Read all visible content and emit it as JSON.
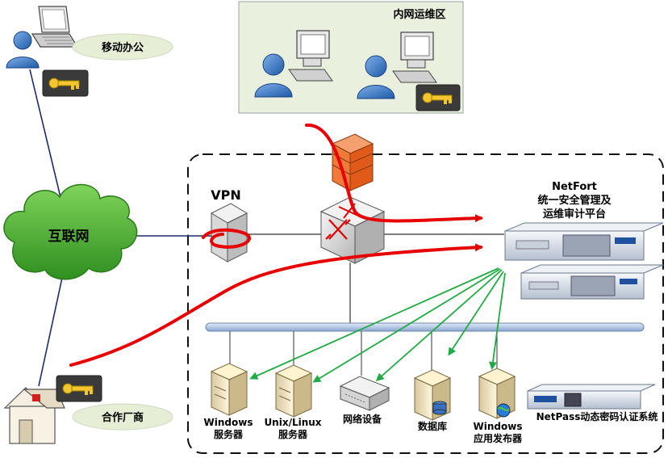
{
  "zone": {
    "title": "内网运维区"
  },
  "mobile": {
    "label": "移动办公"
  },
  "internet": {
    "label": "互联网"
  },
  "partner": {
    "label": "合作厂商"
  },
  "vpn": {
    "label": "VPN"
  },
  "netfort": {
    "line1": "NetFort",
    "line2": "统一安全管理及",
    "line3": "运维审计平台"
  },
  "servers": [
    {
      "line1": "Windows",
      "line2": "服务器"
    },
    {
      "line1": "Unix/Linux",
      "line2": "服务器"
    },
    {
      "line1": "网络设备",
      "line2": ""
    },
    {
      "line1": "数据库",
      "line2": ""
    },
    {
      "line1": "Windows",
      "line2": "应用发布器"
    }
  ],
  "netpass": {
    "label": "NetPass动态密码认证系统"
  },
  "colors": {
    "flow": "#e80000",
    "audit": "#22aa44",
    "cloud": "#3faa2a",
    "bus": "#b8cbe6",
    "link": "#1c2a6e"
  }
}
